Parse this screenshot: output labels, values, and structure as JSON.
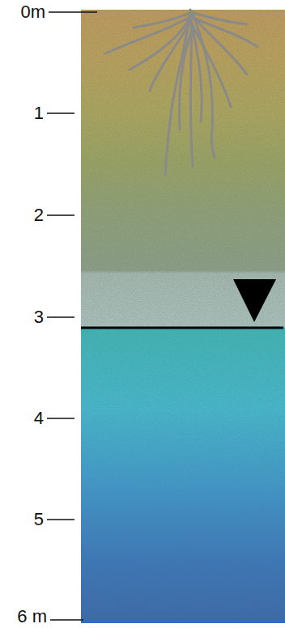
{
  "diagram": {
    "labels": [
      "0m",
      "1",
      "2",
      "3",
      "4",
      "5",
      "6 m"
    ]
  }
}
